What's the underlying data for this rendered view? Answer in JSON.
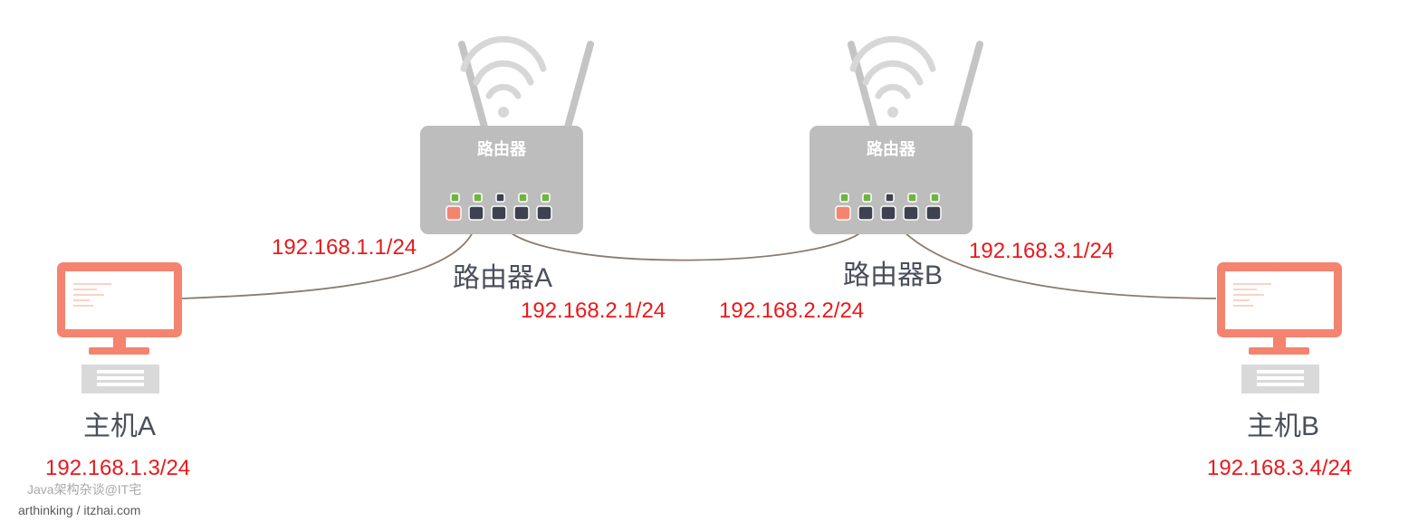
{
  "routers": {
    "a": {
      "box_label": "路由器",
      "name": "路由器A"
    },
    "b": {
      "box_label": "路由器",
      "name": "路由器B"
    }
  },
  "hosts": {
    "a": {
      "name": "主机A",
      "ip": "192.168.1.3/24"
    },
    "b": {
      "name": "主机B",
      "ip": "192.168.3.4/24"
    }
  },
  "interfaces": {
    "router_a_lan": "192.168.1.1/24",
    "router_a_wan": "192.168.2.1/24",
    "router_b_wan": "192.168.2.2/24",
    "router_b_lan": "192.168.3.1/24"
  },
  "watermark": {
    "line1": "Java架构杂谈@IT宅",
    "line2": "arthinking / itzhai.com"
  },
  "colors": {
    "router_body": "#bdbdbd",
    "antenna": "#c4c4c4",
    "wifi": "#d7d7d7",
    "monitor": "#f4836f",
    "keyboard": "#d9d9d9",
    "cable": "#8b7b6e",
    "led_green": "#6fb442",
    "port_active": "#f4836f",
    "port_dark": "#3d4150",
    "ip_text": "#e8191c"
  }
}
